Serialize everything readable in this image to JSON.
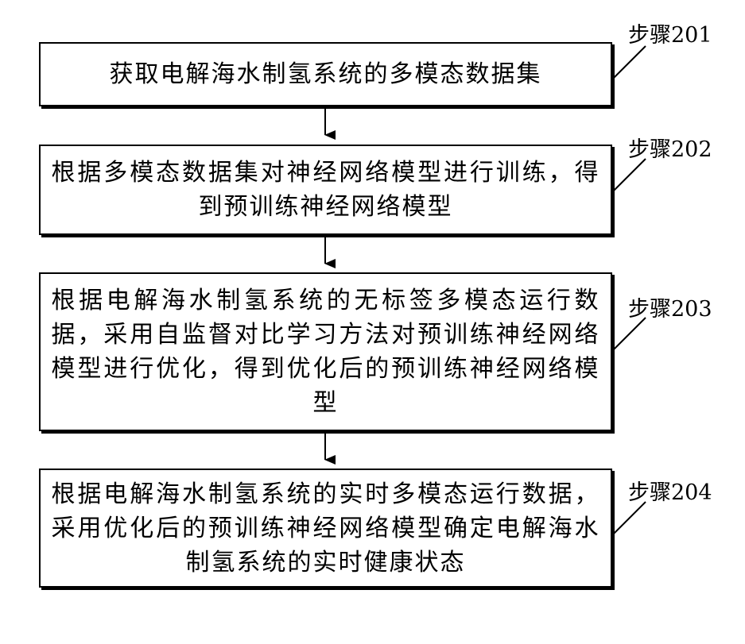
{
  "steps": [
    {
      "label": "步骤201",
      "text": "获取电解海水制氢系统的多模态数据集"
    },
    {
      "label": "步骤202",
      "text": "根据多模态数据集对神经网络模型进行训练，得到预训练神经网络模型"
    },
    {
      "label": "步骤203",
      "text": "根据电解海水制氢系统的无标签多模态运行数据，采用自监督对比学习方法对预训练神经网络模型进行优化，得到优化后的预训练神经网络模型"
    },
    {
      "label": "步骤204",
      "text": "根据电解海水制氢系统的实时多模态运行数据，采用优化后的预训练神经网络模型确定电解海水制氢系统的实时健康状态"
    }
  ],
  "colors": {
    "line": "#000000",
    "background": "#ffffff"
  }
}
